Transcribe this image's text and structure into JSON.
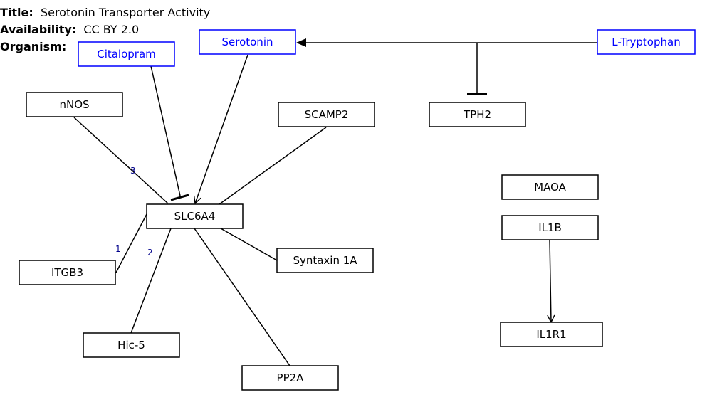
{
  "info": {
    "title_label": "Title:",
    "title_value": "Serotonin Transporter Activity",
    "availability_label": "Availability:",
    "availability_value": "CC BY 2.0",
    "organism_label": "Organism:"
  },
  "colors": {
    "gene_stroke": "#000000",
    "metabolite_stroke": "#0000ff",
    "metabolite_text": "#0000ff",
    "reference_text": "#00008b",
    "edge": "#000000"
  },
  "nodes": {
    "citalopram": {
      "label": "Citalopram",
      "kind": "metabolite"
    },
    "serotonin": {
      "label": "Serotonin",
      "kind": "metabolite"
    },
    "l_tryptophan": {
      "label": "L-Tryptophan",
      "kind": "metabolite"
    },
    "nnos": {
      "label": "nNOS",
      "kind": "gene"
    },
    "scamp2": {
      "label": "SCAMP2",
      "kind": "gene"
    },
    "tph2": {
      "label": "TPH2",
      "kind": "gene"
    },
    "maoa": {
      "label": "MAOA",
      "kind": "gene"
    },
    "il1b": {
      "label": "IL1B",
      "kind": "gene"
    },
    "slc6a4": {
      "label": "SLC6A4",
      "kind": "gene"
    },
    "syntaxin1a": {
      "label": "Syntaxin 1A",
      "kind": "gene"
    },
    "itgb3": {
      "label": "ITGB3",
      "kind": "gene"
    },
    "hic5": {
      "label": "Hic-5",
      "kind": "gene"
    },
    "il1r1": {
      "label": "IL1R1",
      "kind": "gene"
    },
    "pp2a": {
      "label": "PP2A",
      "kind": "gene"
    }
  },
  "edges": [
    {
      "id": "citalopram-inhibits-slc6a4",
      "type": "inhibition"
    },
    {
      "id": "serotonin-to-slc6a4",
      "type": "arrow"
    },
    {
      "id": "tryptophan-to-serotonin",
      "type": "arrow"
    },
    {
      "id": "tph2-catalysis",
      "type": "inhibition"
    },
    {
      "id": "nnos-slc6a4",
      "type": "line"
    },
    {
      "id": "scamp2-slc6a4",
      "type": "line"
    },
    {
      "id": "slc6a4-syntaxin1a",
      "type": "line"
    },
    {
      "id": "slc6a4-itgb3",
      "type": "line"
    },
    {
      "id": "slc6a4-hic5",
      "type": "line"
    },
    {
      "id": "slc6a4-pp2a",
      "type": "line"
    },
    {
      "id": "il1b-to-il1r1",
      "type": "arrow"
    }
  ],
  "references": [
    {
      "id": "ref-3",
      "label": "3"
    },
    {
      "id": "ref-1",
      "label": "1"
    },
    {
      "id": "ref-2",
      "label": "2"
    }
  ]
}
